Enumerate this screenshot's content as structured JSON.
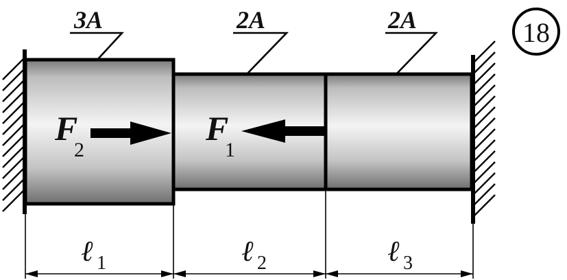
{
  "problem_number": "18",
  "segments": [
    {
      "area_label": "3A",
      "length_symbol": "ℓ",
      "length_index": "1"
    },
    {
      "area_label": "2A",
      "length_symbol": "ℓ",
      "length_index": "2"
    },
    {
      "area_label": "2A",
      "length_symbol": "ℓ",
      "length_index": "3"
    }
  ],
  "forces": [
    {
      "symbol": "F",
      "index": "2",
      "direction": "right"
    },
    {
      "symbol": "F",
      "index": "1",
      "direction": "left"
    }
  ]
}
